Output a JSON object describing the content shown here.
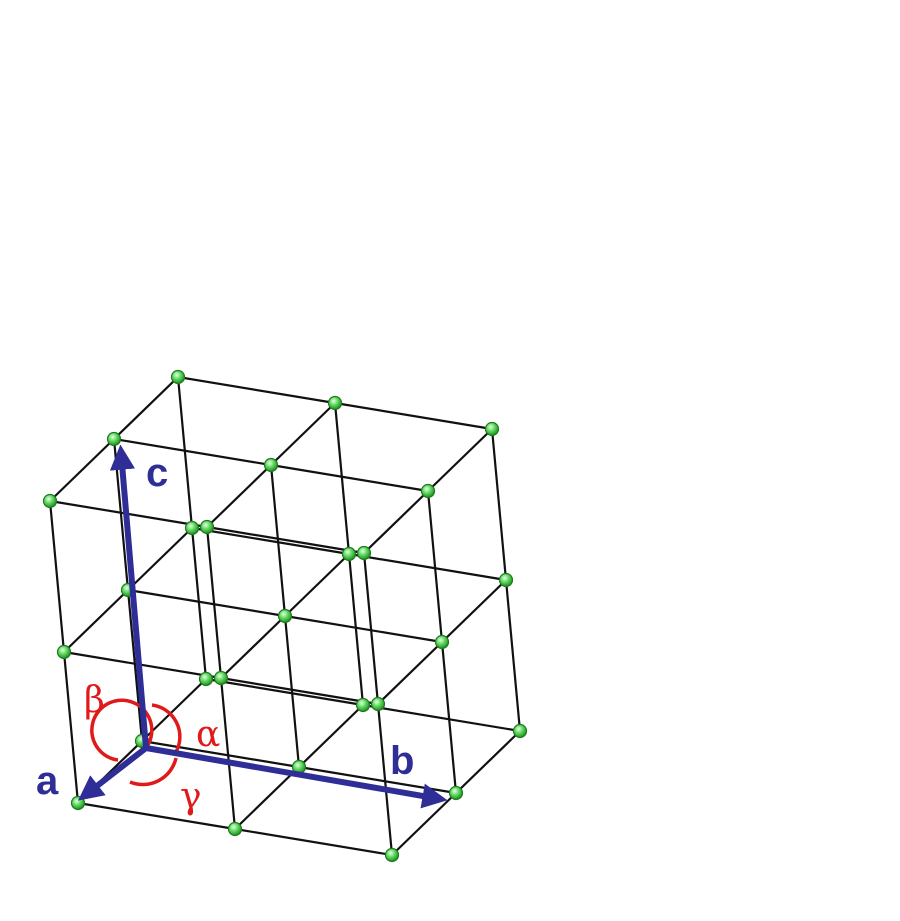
{
  "colors": {
    "edge": "#111111",
    "atom": "#33cc33",
    "axis": "#2e2e96",
    "angle": "#e01a1a"
  },
  "axes": {
    "a": "a",
    "b": "b",
    "c": "c"
  },
  "angles": {
    "alpha": "α",
    "beta": "β",
    "gamma": "γ"
  }
}
